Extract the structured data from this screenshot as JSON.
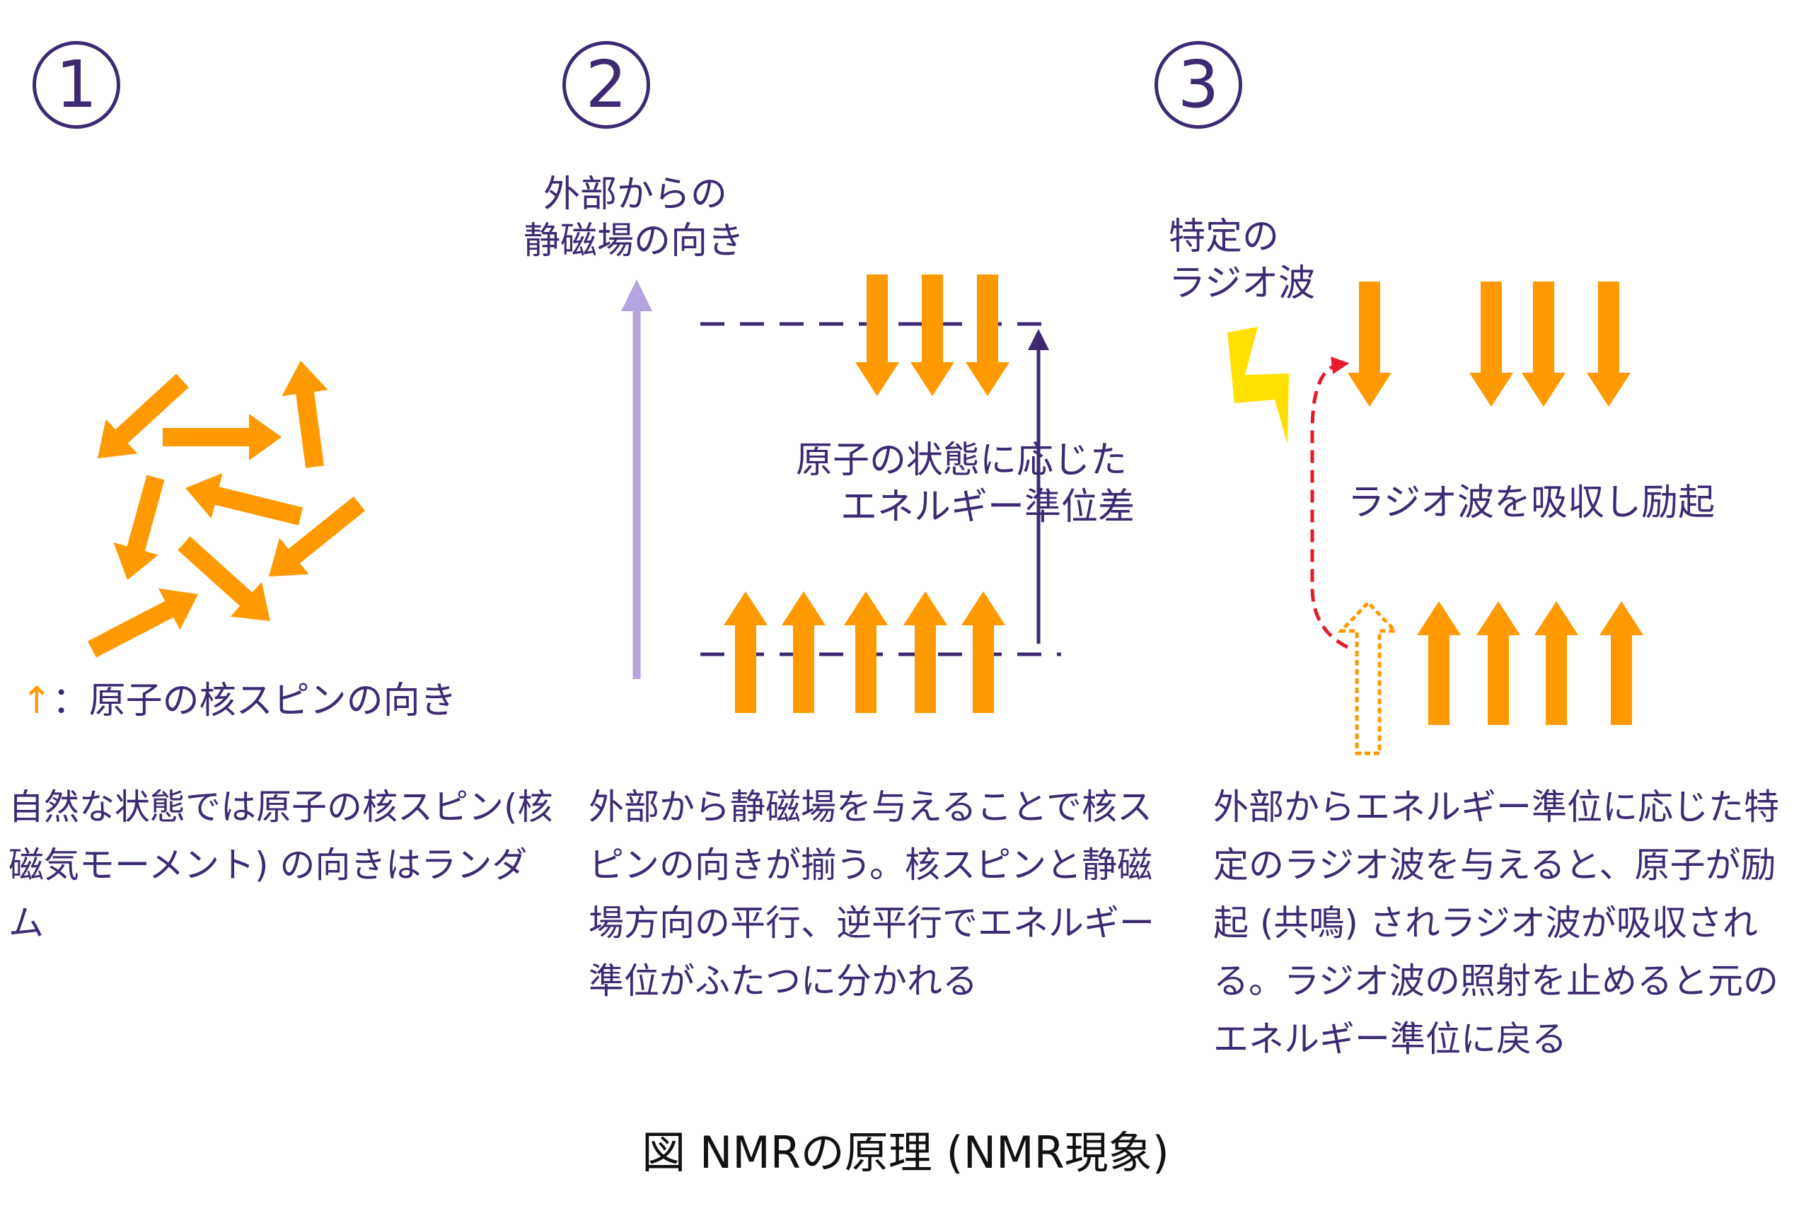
{
  "panels": [
    {
      "number": "1",
      "legend_symbol": "↑",
      "legend_text": "：原子の核スピンの向き",
      "description": "自然な状態では原子の核スピン(核磁気モーメント) の向きはランダム"
    },
    {
      "number": "2",
      "field_label_line1": "外部からの",
      "field_label_line2": "静磁場の向き",
      "gap_label_line1": "原子の状態に応じた",
      "gap_label_line2": "エネルギー準位差",
      "description": "外部から静磁場を与えることで核スピンの向きが揃う。核スピンと静磁場方向の平行、逆平行でエネルギー準位がふたつに分かれる"
    },
    {
      "number": "3",
      "radio_label_line1": "特定の",
      "radio_label_line2": "ラジオ波",
      "absorb_label": "ラジオ波を吸収し励起",
      "description": "外部からエネルギー準位に応じた特定のラジオ波を与えると、原子が励起 (共鳴) されラジオ波が吸収される。ラジオ波の照射を止めると元のエネルギー準位に戻る"
    }
  ],
  "caption": "図  NMRの原理 (NMR現象)",
  "colors": {
    "arrow": "#ff9900",
    "text": "#3d2a73",
    "field_arrow": "#b3a3e0",
    "lightning": "#ffe000",
    "excitation_path": "#e8192c"
  }
}
